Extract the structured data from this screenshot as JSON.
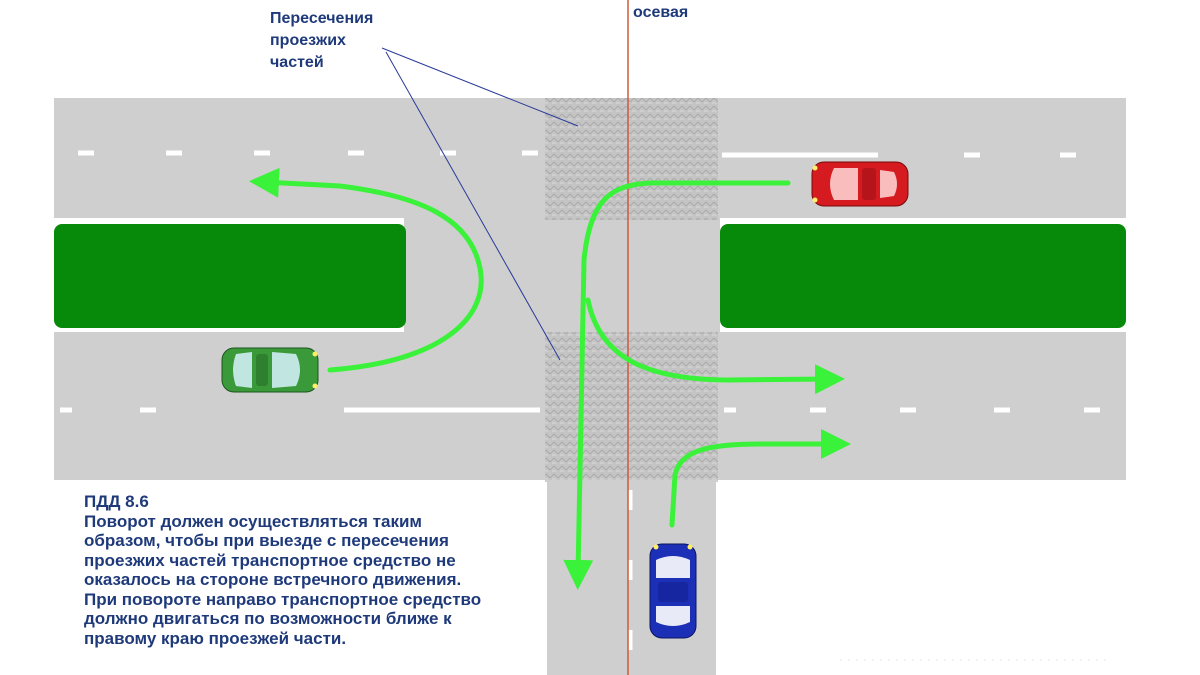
{
  "labels": {
    "intersections": [
      "Пересечения",
      "проезжих",
      "частей"
    ],
    "axial": "осевая"
  },
  "rule": {
    "title": "ПДД 8.6",
    "lines": [
      "Поворот должен осуществляться таким",
      "образом, чтобы при выезде с пересечения",
      "проезжих частей транспортное средство не",
      "оказалось на стороне встречного движения.",
      "При повороте направо транспортное средство",
      "должно двигаться по возможности ближе к",
      "правому краю проезжей части."
    ]
  },
  "colors": {
    "road": "#cfcfcf",
    "median": "#078a0a",
    "arrow": "#3af23a",
    "axial_line": "#d25a3c",
    "label_text": "#1f3a7a",
    "car_red": "#d51b20",
    "car_green": "#3a9a3a",
    "car_blue": "#1c2fb7"
  },
  "cars": [
    {
      "name": "red-car",
      "color": "red",
      "direction": "left"
    },
    {
      "name": "green-car",
      "color": "green",
      "direction": "right"
    },
    {
      "name": "blue-car",
      "color": "blue",
      "direction": "up"
    }
  ]
}
